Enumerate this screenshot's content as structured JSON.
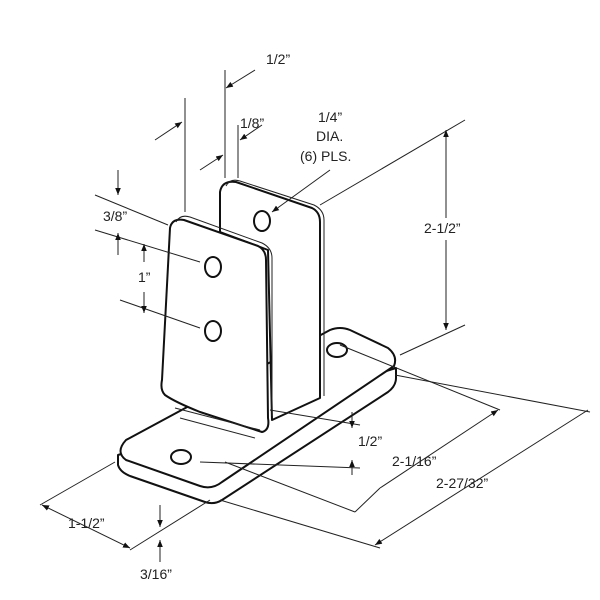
{
  "dimensions": {
    "slot_width": "1/2”",
    "plate_thickness": "1/8”",
    "hole_size": "1/4”",
    "hole_dia": "DIA.",
    "hole_count": "(6) PLS.",
    "height": "2-1/2”",
    "top_hole_offset": "3/8”",
    "hole_spacing": "1”",
    "base_hole_offset": "1/2”",
    "hole_center_length": "2-1/16”",
    "overall_length": "2-27/32”",
    "base_width": "1-1/2”",
    "base_thickness": "3/16”"
  }
}
